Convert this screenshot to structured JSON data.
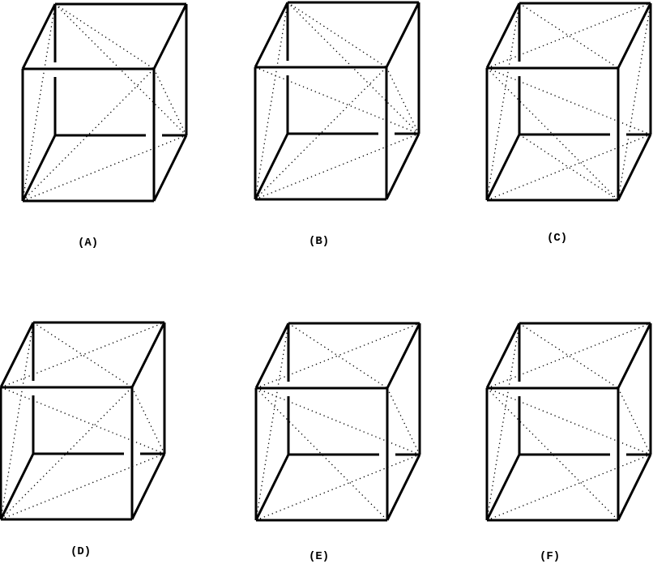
{
  "figures": [
    {
      "label": "(A)"
    },
    {
      "label": "(B)"
    },
    {
      "label": "(C)"
    },
    {
      "label": "(D)"
    },
    {
      "label": "(E)"
    },
    {
      "label": "(F)"
    }
  ],
  "colors": {
    "line": "#000000",
    "background": "#ffffff"
  }
}
